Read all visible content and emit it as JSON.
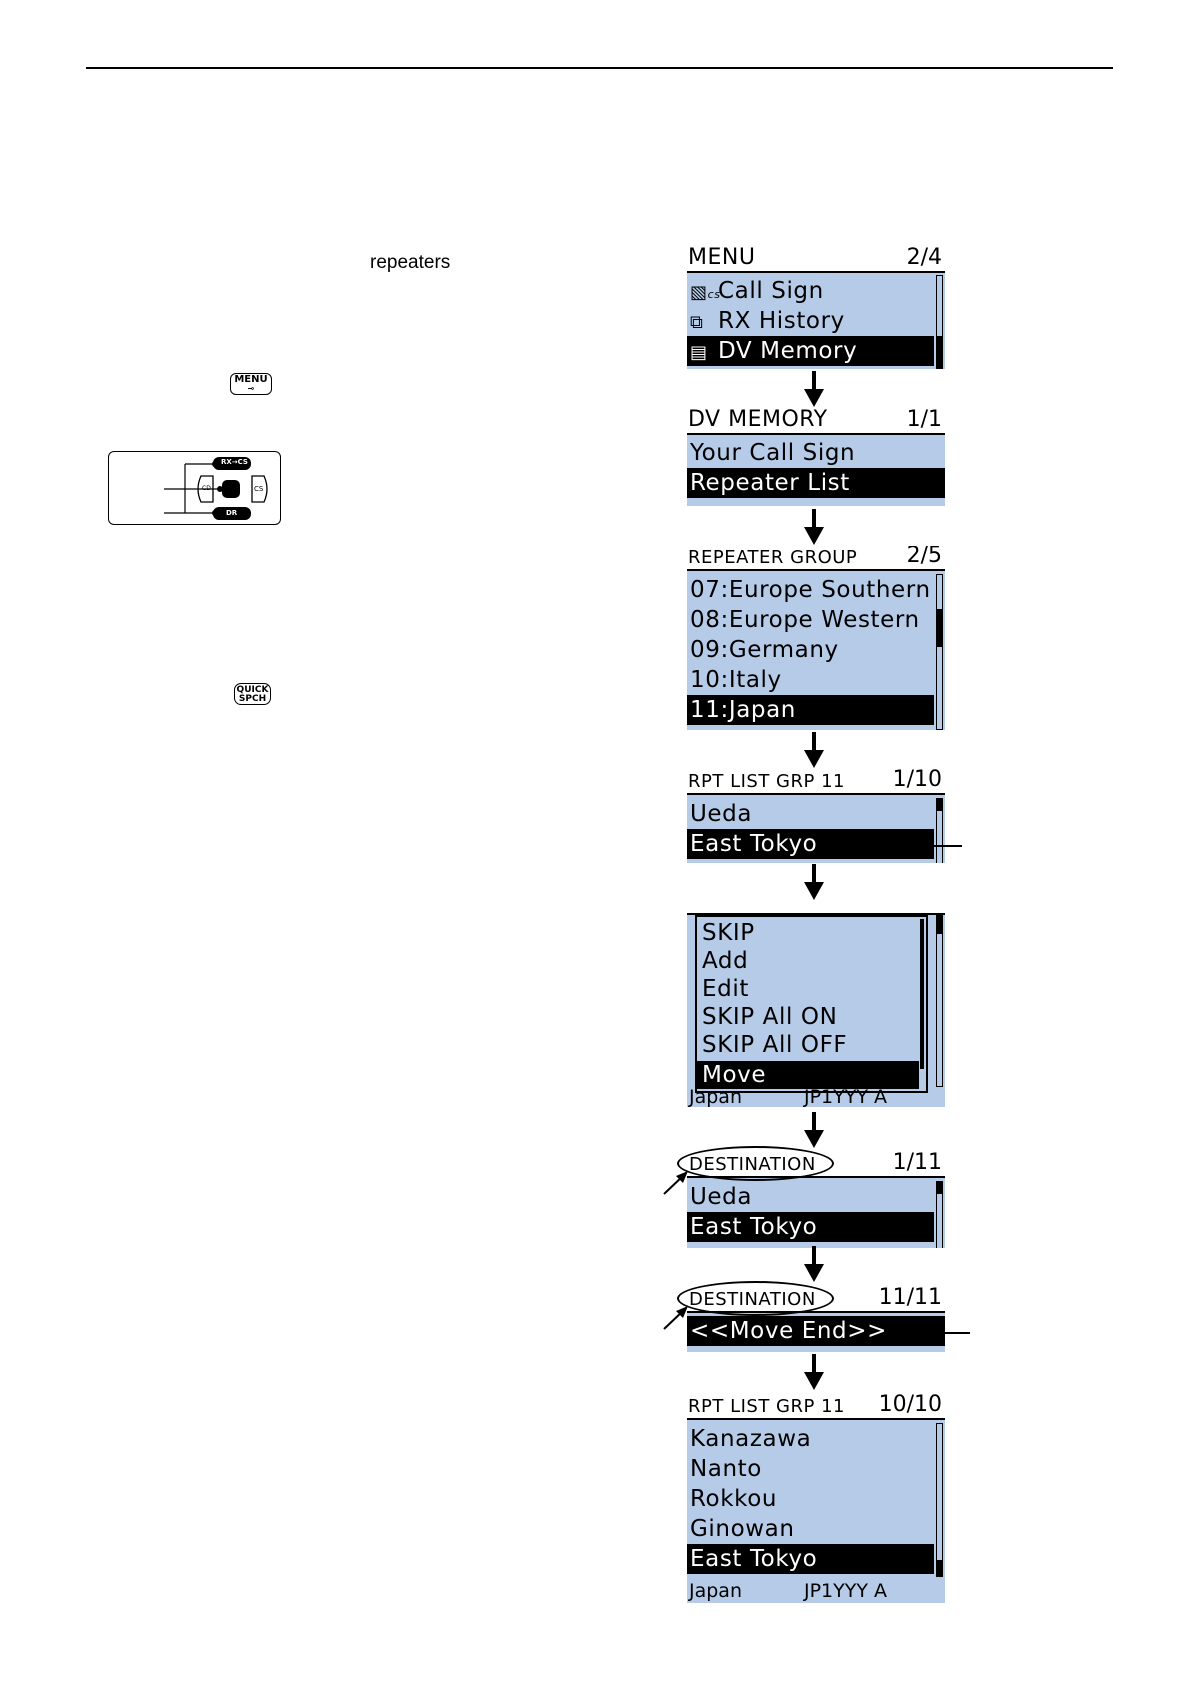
{
  "page": {
    "text_repeaters": "repeaters",
    "key_menu": "MENU",
    "key_quick_line1": "QUICK",
    "key_quick_line2": "SPCH",
    "pad_top": "RX→CS",
    "pad_left": "CD",
    "pad_right": "CS",
    "pad_bottom": "DR"
  },
  "screens": {
    "s1": {
      "title": "MENU",
      "page": "2/4",
      "rows": [
        "Call Sign",
        "RX History",
        "DV Memory"
      ]
    },
    "s2": {
      "title": "DV MEMORY",
      "page": "1/1",
      "rows": [
        "Your Call Sign",
        "Repeater List"
      ]
    },
    "s3": {
      "title": "REPEATER GROUP",
      "page": "2/5",
      "rows": [
        "07:Europe Southern",
        "08:Europe Western",
        "09:Germany",
        "10:Italy",
        "11:Japan"
      ]
    },
    "s4": {
      "title": "RPT LIST GRP 11",
      "page": "1/10",
      "rows": [
        "Ueda",
        "East Tokyo"
      ]
    },
    "s5": {
      "rows": [
        "SKIP",
        "Add",
        "Edit",
        "SKIP All ON",
        "SKIP All OFF",
        "Move"
      ],
      "foot_area": "Japan",
      "foot_call": "JP1YYY A"
    },
    "s6": {
      "title": "DESTINATION",
      "page": "1/11",
      "rows": [
        "Ueda",
        "East Tokyo"
      ]
    },
    "s7": {
      "title": "DESTINATION",
      "page": "11/11",
      "rows": [
        "<<Move End>>"
      ]
    },
    "s8": {
      "title": "RPT LIST GRP 11",
      "page": "10/10",
      "rows": [
        "Kanazawa",
        "Nanto",
        "Rokkou",
        "Ginowan",
        "East Tokyo"
      ],
      "foot_area": "Japan",
      "foot_call": "JP1YYY A"
    }
  },
  "icons": [
    "callsign-icon",
    "rx-history-icon",
    "dv-memory-icon"
  ],
  "colors": {
    "lcd_background": "#b5cbe7",
    "selection": "#000000"
  }
}
